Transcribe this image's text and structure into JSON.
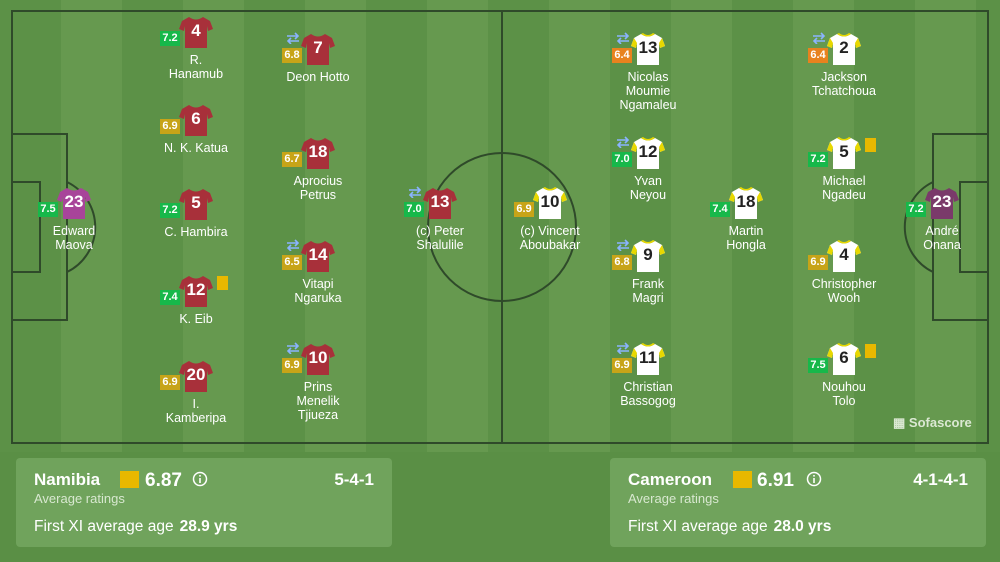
{
  "home": {
    "name": "Namibia",
    "avg_rating": "6.87",
    "avg_label": "Average ratings",
    "formation": "5-4-1",
    "age_label": "First XI average age",
    "age_value": "28.9 yrs",
    "shirt_color": "#a8303a",
    "gk_color": "#a8449a",
    "number_color": "#ffffff"
  },
  "away": {
    "name": "Cameroon",
    "avg_rating": "6.91",
    "avg_label": "Average ratings",
    "formation": "4-1-4-1",
    "age_label": "First XI average age",
    "age_value": "28.0 yrs",
    "shirt_color": "#ffffff",
    "shirt_trim": "#e8d800",
    "gk_color": "#7a3a6a",
    "number_color": "#222222"
  },
  "rating_colors": {
    "green": "#17b84a",
    "yellow": "#c7a418",
    "orange": "#e8821e"
  },
  "players": [
    {
      "team": "home",
      "num": "23",
      "name": "Edward\nMaova",
      "rating": "7.5",
      "rc": "green",
      "gk": true,
      "sub": false,
      "card": false
    },
    {
      "team": "home",
      "num": "4",
      "name": "R.\nHanamub",
      "rating": "7.2",
      "rc": "green",
      "gk": false,
      "sub": false,
      "card": false
    },
    {
      "team": "home",
      "num": "6",
      "name": "N. K. Katua",
      "rating": "6.9",
      "rc": "yellow",
      "gk": false,
      "sub": false,
      "card": false
    },
    {
      "team": "home",
      "num": "5",
      "name": "C. Hambira",
      "rating": "7.2",
      "rc": "green",
      "gk": false,
      "sub": false,
      "card": false
    },
    {
      "team": "home",
      "num": "12",
      "name": "K. Eib",
      "rating": "7.4",
      "rc": "green",
      "gk": false,
      "sub": false,
      "card": true
    },
    {
      "team": "home",
      "num": "20",
      "name": "I.\nKamberipa",
      "rating": "6.9",
      "rc": "yellow",
      "gk": false,
      "sub": false,
      "card": false
    },
    {
      "team": "home",
      "num": "7",
      "name": "Deon Hotto",
      "rating": "6.8",
      "rc": "yellow",
      "gk": false,
      "sub": true,
      "card": false
    },
    {
      "team": "home",
      "num": "18",
      "name": "Aprocius\nPetrus",
      "rating": "6.7",
      "rc": "yellow",
      "gk": false,
      "sub": false,
      "card": false
    },
    {
      "team": "home",
      "num": "14",
      "name": "Vitapi\nNgaruka",
      "rating": "6.5",
      "rc": "yellow",
      "gk": false,
      "sub": true,
      "card": false
    },
    {
      "team": "home",
      "num": "10",
      "name": "Prins\nMenelik\nTjiueza",
      "rating": "6.9",
      "rc": "yellow",
      "gk": false,
      "sub": true,
      "card": false
    },
    {
      "team": "home",
      "num": "13",
      "name": "(c) Peter\nShalulile",
      "rating": "7.0",
      "rc": "green",
      "gk": false,
      "sub": true,
      "card": false
    },
    {
      "team": "away",
      "num": "10",
      "name": "(c) Vincent\nAboubakar",
      "rating": "6.9",
      "rc": "yellow",
      "gk": false,
      "sub": false,
      "card": false
    },
    {
      "team": "away",
      "num": "13",
      "name": "Nicolas\nMoumie\nNgamaleu",
      "rating": "6.4",
      "rc": "orange",
      "gk": false,
      "sub": true,
      "card": false
    },
    {
      "team": "away",
      "num": "12",
      "name": "Yvan\nNeyou",
      "rating": "7.0",
      "rc": "green",
      "gk": false,
      "sub": true,
      "card": false
    },
    {
      "team": "away",
      "num": "9",
      "name": "Frank\nMagri",
      "rating": "6.8",
      "rc": "yellow",
      "gk": false,
      "sub": true,
      "card": false
    },
    {
      "team": "away",
      "num": "11",
      "name": "Christian\nBassogog",
      "rating": "6.9",
      "rc": "yellow",
      "gk": false,
      "sub": true,
      "card": false
    },
    {
      "team": "away",
      "num": "18",
      "name": "Martin\nHongla",
      "rating": "7.4",
      "rc": "green",
      "gk": false,
      "sub": false,
      "card": false
    },
    {
      "team": "away",
      "num": "2",
      "name": "Jackson\nTchatchoua",
      "rating": "6.4",
      "rc": "orange",
      "gk": false,
      "sub": true,
      "card": false
    },
    {
      "team": "away",
      "num": "5",
      "name": "Michael\nNgadeu",
      "rating": "7.2",
      "rc": "green",
      "gk": false,
      "sub": false,
      "card": true
    },
    {
      "team": "away",
      "num": "4",
      "name": "Christopher\nWooh",
      "rating": "6.9",
      "rc": "yellow",
      "gk": false,
      "sub": false,
      "card": false
    },
    {
      "team": "away",
      "num": "6",
      "name": "Nouhou\nTolo",
      "rating": "7.5",
      "rc": "green",
      "gk": false,
      "sub": false,
      "card": true
    },
    {
      "team": "away",
      "num": "23",
      "name": "André\nOnana",
      "rating": "7.2",
      "rc": "green",
      "gk": true,
      "sub": false,
      "card": false
    }
  ],
  "brand": "Sofascore"
}
